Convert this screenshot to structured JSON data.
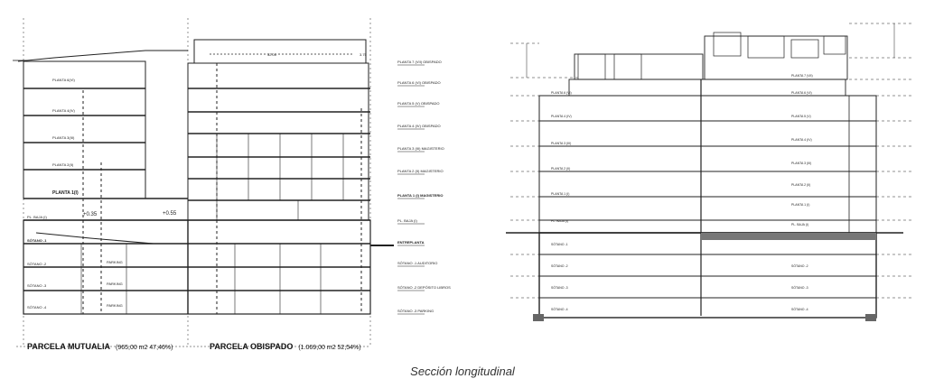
{
  "caption": "Sección longitudinal",
  "left_section": {
    "parcels": [
      {
        "name": "PARCELA MUTUALIA",
        "area": "(965,00 m2  47,46%)"
      },
      {
        "name": "PARCELA OBISPADO",
        "area": "(1.069,00 m2  52,54%)"
      }
    ],
    "left_floor_labels": [
      "PLANTA 6(VI)",
      "PLANTA 4(IV)",
      "PLANTA 3(III)",
      "PLANTA 2(II)",
      "PLANTA 1(I)",
      "PL. BAJA (I)",
      "SÓTANO -1",
      "SÓTANO -2",
      "SÓTANO -3",
      "SÓTANO -4"
    ],
    "right_floor_labels": [
      "PLANTA 7 (VII)  OBISPADO",
      "PLANTA 6 (VI)  OBISPADO",
      "PLANTA 5 (V)  OBISPADO",
      "PLANTA 4 (IV)  OBISPADO",
      "PLANTA 3 (III)  MAGISTERIO",
      "PLANTA 2 (II)  MAGISTERIO",
      "PLANTA 1 (I)  MAGISTERIO",
      "PL. BAJA (I)",
      "ENTREPLANTA",
      "SÓTANO -1  AUDITORIO",
      "SÓTANO -2  DEPÓSITO LIBROS",
      "SÓTANO -3  PARKING"
    ],
    "parking_labels": [
      "PARKING",
      "PARKING",
      "PARKING"
    ],
    "dims": [
      "+0.35",
      "+0.55",
      "32.00",
      "3.75"
    ]
  },
  "right_section": {
    "level_labels": [
      "PLANTA 7 (VII)",
      "PLANTA 6 (VI)",
      "PLANTA 5 (V)",
      "PLANTA 4 (IV)",
      "PLANTA 3 (III)",
      "PLANTA 2 (II)",
      "PLANTA 1 (I)",
      "PL. BAJA (I)",
      "SÓTANO -1",
      "SÓTANO -2",
      "SÓTANO -3",
      "SÓTANO -4"
    ]
  }
}
